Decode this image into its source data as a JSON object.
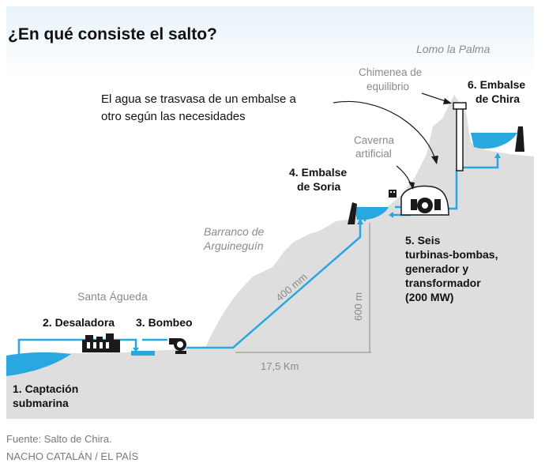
{
  "title": "¿En qué consiste el salto?",
  "places": {
    "lomo": "Lomo la Palma",
    "barranco_1": "Barranco de",
    "barranco_2": "Arguineguín",
    "santa_agueda": "Santa Águeda"
  },
  "components": {
    "chimenea_1": "Chimenea de",
    "chimenea_2": "equilibrio",
    "caverna_1": "Caverna",
    "caverna_2": "artificial",
    "chira_1": "6. Embalse",
    "chira_2": "de Chira",
    "soria_1": "4. Embalse",
    "soria_2": "de Soria",
    "turbinas_1": "5. Seis",
    "turbinas_2": "turbinas-bombas,",
    "turbinas_3": "generador y",
    "turbinas_4": "transformador",
    "turbinas_5": "(200 MW)",
    "desaladora": "2. Desaladora",
    "bombeo": "3. Bombeo",
    "captacion_1": "1. Captación",
    "captacion_2": "submarina"
  },
  "note": {
    "line_1": "El agua se trasvasa de un embalse a",
    "line_2": "otro según las necesidades"
  },
  "dimensions": {
    "pipe": "400 mm",
    "height": "600 m",
    "distance": "17,5 Km"
  },
  "footer": {
    "source": "Fuente: Salto de Chira.",
    "credit": "NACHO CATALÁN / EL PAÍS"
  },
  "colors": {
    "water": "#29a8e0",
    "terrain": "#dedede",
    "sky": "#e6f2fa",
    "dam": "#1a1a1a"
  }
}
